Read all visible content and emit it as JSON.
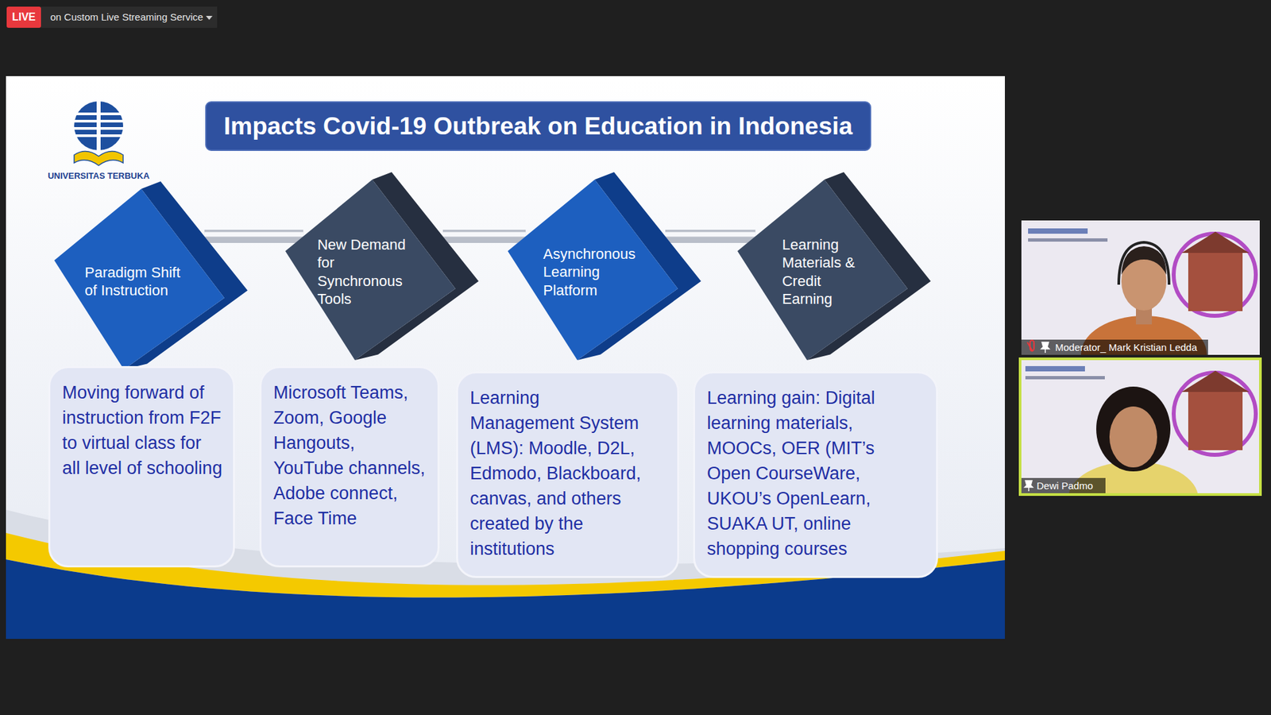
{
  "diagram": {
    "title": "Impacts Covid-19 Outbreak on Education in Indonesia",
    "nodes": [
      {
        "text": [
          "Paradigm Shift of Instruction"
        ]
      },
      {
        "text": [
          "New Demand for Synchronous Tools"
        ]
      },
      {
        "text": [
          "Asynchronous Learning Platform"
        ]
      },
      {
        "text": [
          "Learning Materials & Credit Earning"
        ]
      },
      {
        "text": [
          "Moving forward of instruction from F2F to virtual class for all level of schooling"
        ]
      },
      {
        "text": [
          "Microsoft Teams, Zoom, Google Hangouts, YouTube channels, Adobe connect, Face Time"
        ]
      },
      {
        "text": [
          "Learning Management System (LMS): Moodle, D2L, Edmodo, Blackboard, canvas, and others created by the institutions"
        ]
      },
      {
        "text": [
          "Learning gain: Digital learning materials, MOOCs, OER (MIT’s Open CourseWare, UKOU’s OpenLearn, SUAKA UT, online shopping courses"
        ]
      }
    ],
    "edges": [
      {
        "from": 0,
        "to": 1,
        "arrow": "none"
      },
      {
        "from": 1,
        "to": 2,
        "arrow": "none"
      },
      {
        "from": 2,
        "to": 3,
        "arrow": "none"
      }
    ],
    "labels": [
      "LIVE",
      "on Custom Live Streaming Service",
      "UNIVERSITAS TERBUKA",
      "Moderator_ Mark Kristian Ledda",
      "Dewi Padmo"
    ]
  }
}
